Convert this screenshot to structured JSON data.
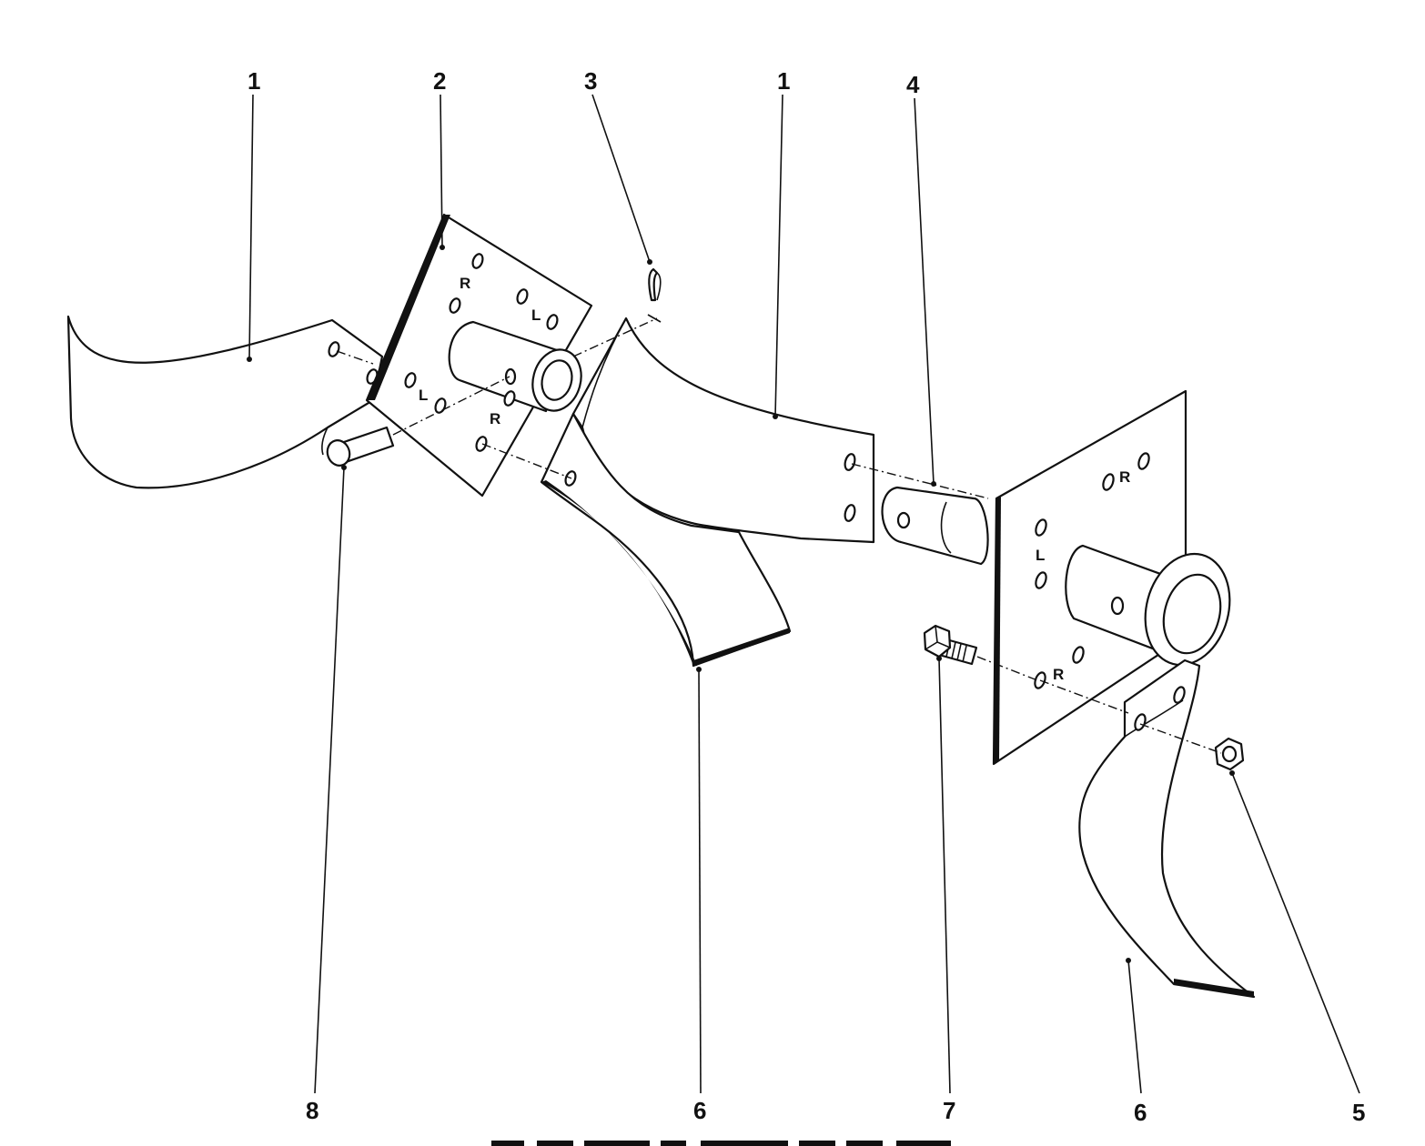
{
  "callouts": [
    {
      "id": "c1a",
      "label": "1"
    },
    {
      "id": "c2",
      "label": "2"
    },
    {
      "id": "c3",
      "label": "3"
    },
    {
      "id": "c1b",
      "label": "1"
    },
    {
      "id": "c4",
      "label": "4"
    },
    {
      "id": "c8",
      "label": "8"
    },
    {
      "id": "c6a",
      "label": "6"
    },
    {
      "id": "c7",
      "label": "7"
    },
    {
      "id": "c6b",
      "label": "6"
    },
    {
      "id": "c5",
      "label": "5"
    }
  ],
  "plate_marks": {
    "left_plate": [
      "R",
      "L",
      "L",
      "R"
    ],
    "right_plate": [
      "R",
      "L",
      "R"
    ]
  }
}
